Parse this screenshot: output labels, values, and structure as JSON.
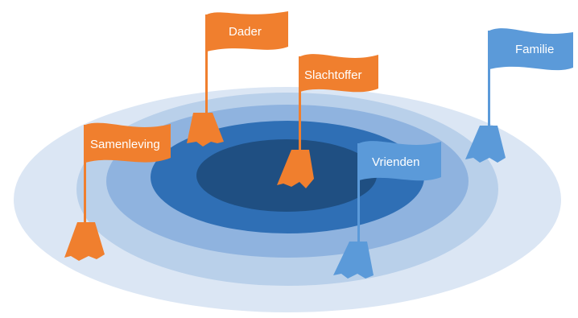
{
  "colors": {
    "ring_outer": "#dbe6f4",
    "ring_2": "#b9d0ea",
    "ring_3": "#8fb3df",
    "ring_4": "#2f6fb5",
    "ring_center": "#1f4f82",
    "orange": "#f07f2e",
    "blue": "#5b9ad9"
  },
  "flags": {
    "dader": {
      "label": "Dader",
      "color_key": "orange"
    },
    "slachtoffer": {
      "label": "Slachtoffer",
      "color_key": "orange"
    },
    "samenleving": {
      "label": "Samenleving",
      "color_key": "orange"
    },
    "familie": {
      "label": "Familie",
      "color_key": "blue"
    },
    "vrienden": {
      "label": "Vrienden",
      "color_key": "blue"
    }
  }
}
